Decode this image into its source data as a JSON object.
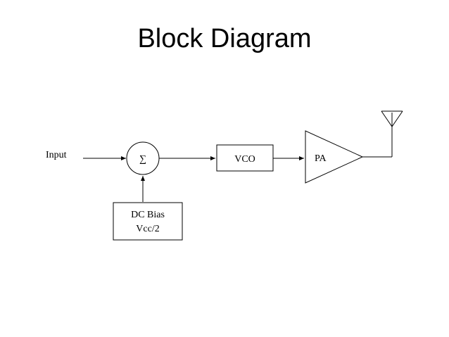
{
  "title": "Block Diagram",
  "labels": {
    "input": "Input",
    "summer_symbol": "∑",
    "vco": "VCO",
    "pa": "PA",
    "dc_bias_line1": "DC Bias",
    "dc_bias_line2": "Vcc/2"
  },
  "colors": {
    "stroke": "#000000",
    "background": "#ffffff"
  }
}
